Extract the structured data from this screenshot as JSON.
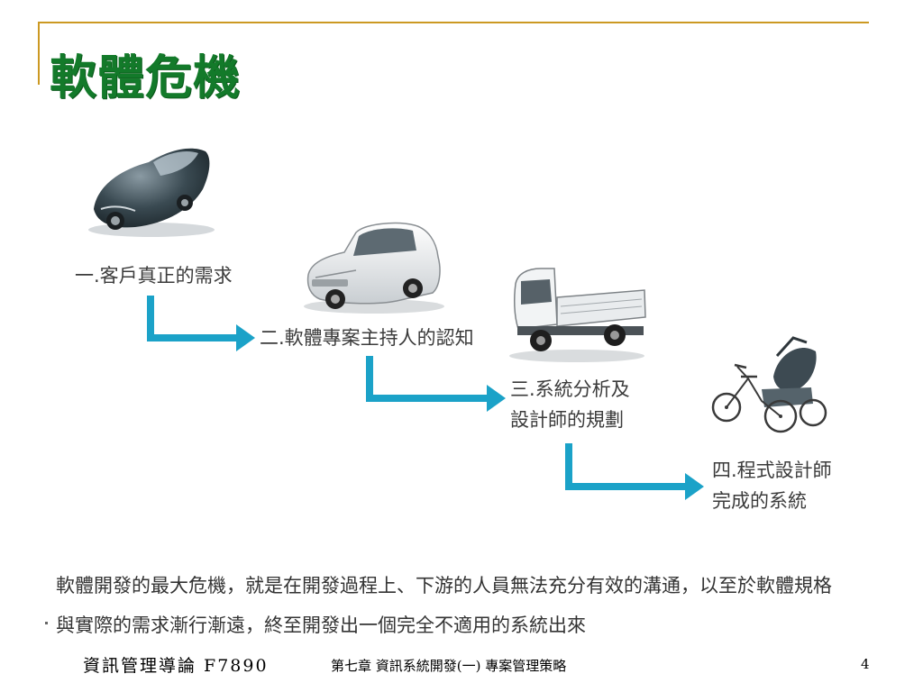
{
  "slide": {
    "title": "軟體危機",
    "steps": [
      {
        "lines": [
          "一.客戶真正的需求"
        ],
        "icon": "sports-car-icon"
      },
      {
        "lines": [
          "二.軟體專案主持人的認知"
        ],
        "icon": "sedan-car-icon"
      },
      {
        "lines": [
          "三.系統分析及",
          "設計師的規劃"
        ],
        "icon": "pickup-truck-icon"
      },
      {
        "lines": [
          "四.程式設計師",
          "完成的系統"
        ],
        "icon": "tricycle-icon"
      }
    ],
    "caption": [
      "軟體開發的最大危機，就是在開發過程上、下游的人員無法充分有效的溝通，以至於軟體規格",
      "與實際的需求漸行漸遠，終至開發出一個完全不適用的系統出來"
    ]
  },
  "footer": {
    "course": "資訊管理導論 F7890",
    "chapter": "第七章 資訊系統開發(一) 專案管理策略",
    "page": "4"
  },
  "colors": {
    "accent": "#cc9922",
    "title": "#137a2a",
    "arrow": "#1ba2c8"
  }
}
